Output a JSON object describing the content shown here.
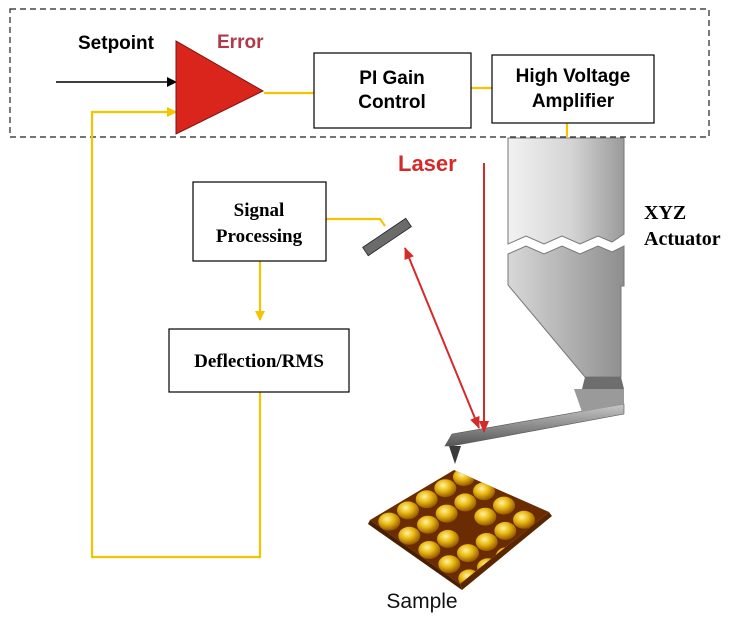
{
  "labels": {
    "setpoint": "Setpoint",
    "error": "Error",
    "pi_gain_line1": "PI Gain",
    "pi_gain_line2": "Control",
    "hva_line1": "High Voltage",
    "hva_line2": "Amplifier",
    "laser": "Laser",
    "signal_line1": "Signal",
    "signal_line2": "Processing",
    "xyz_line1": "XYZ",
    "xyz_line2": "Actuator",
    "deflection": "Deflection/RMS",
    "sample": "Sample"
  },
  "colors": {
    "signal_wire": "#f5c400",
    "amplifier": "#d9251c",
    "laser": "#d62a2a",
    "error_text": "#b23a48",
    "actuator_light": "#e2e2e2",
    "actuator_dark": "#9c9c9c",
    "sample_light": "#f0c21a",
    "sample_dark": "#7a3a00"
  },
  "icons": {
    "amplifier": "triangle-amplifier-icon",
    "mirror": "photodetector-mirror-icon",
    "tip": "cantilever-tip-icon",
    "sample": "sample-surface-icon"
  }
}
